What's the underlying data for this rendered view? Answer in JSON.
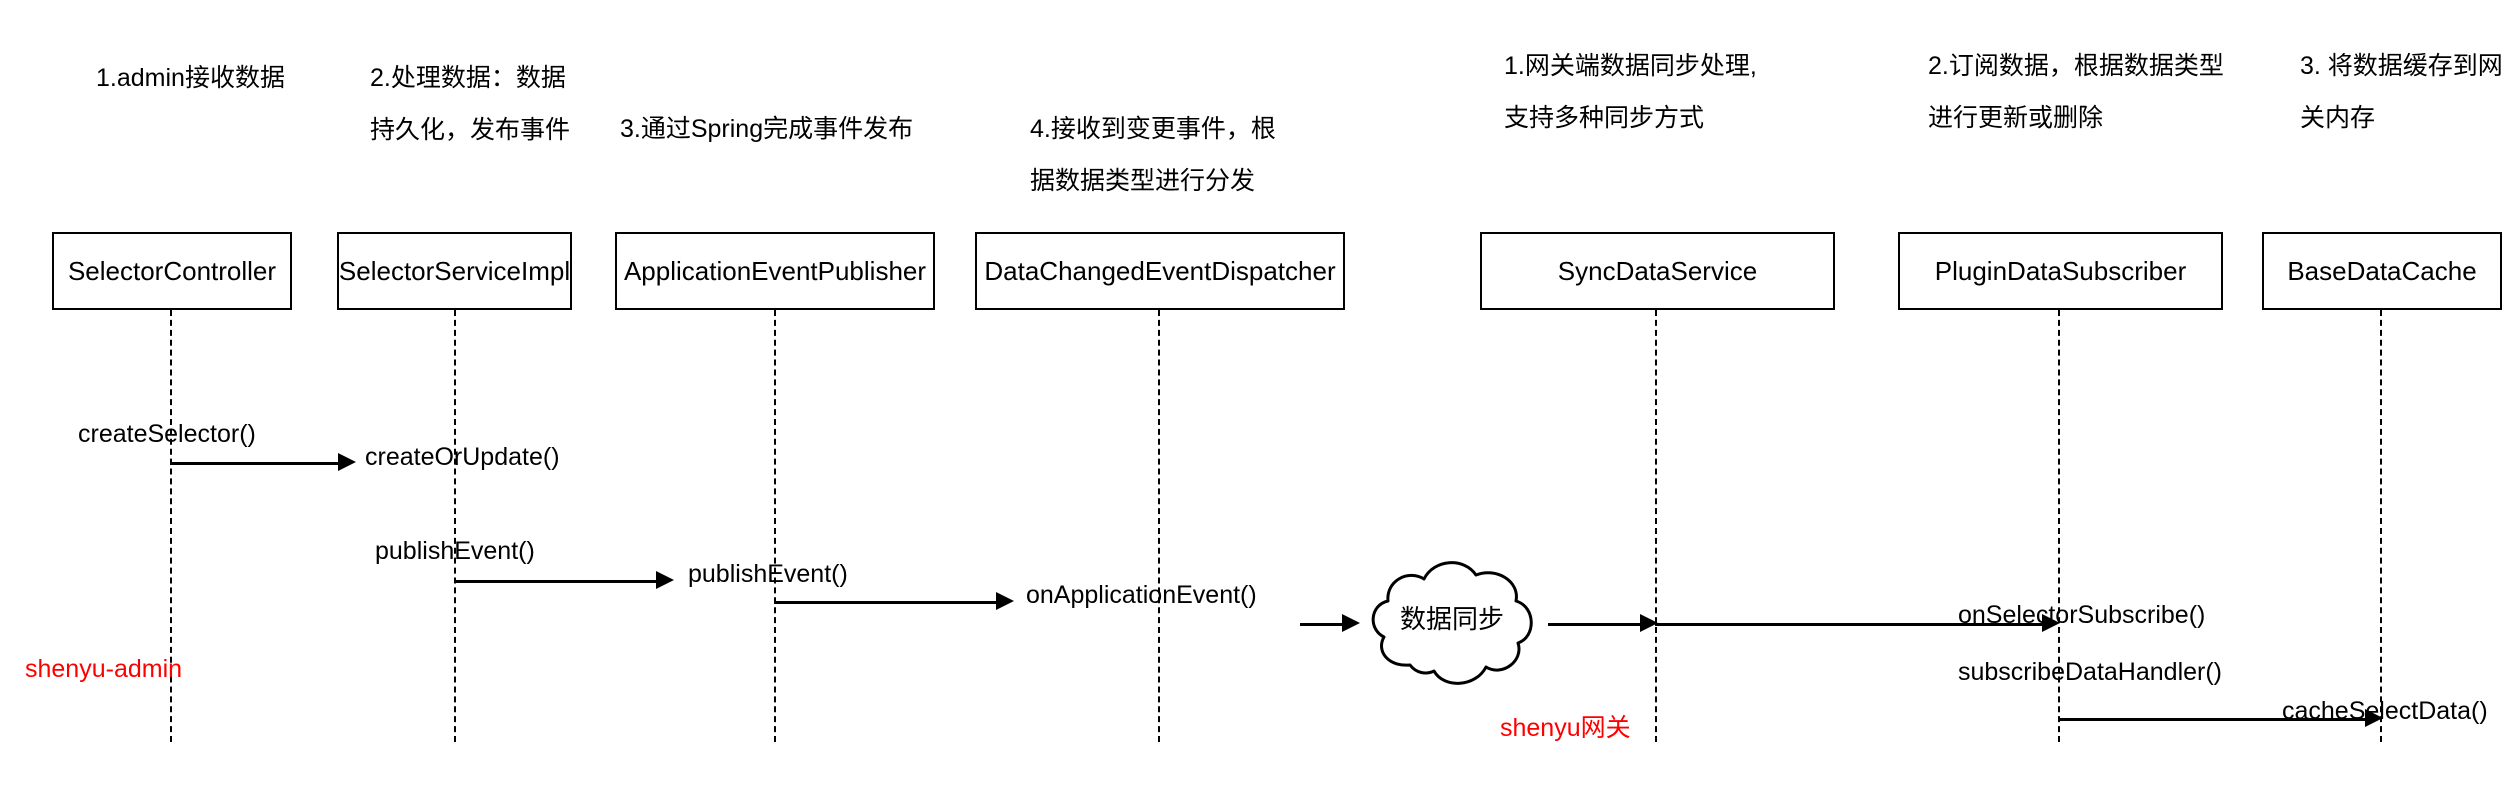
{
  "diagram": {
    "title": "ShenYu Selector Data Sync Sequence Diagram",
    "type": "sequence-diagram",
    "colors": {
      "line": "#000000",
      "box_border": "#000000",
      "background": "#ffffff",
      "accent_red": "#ff0000"
    }
  },
  "notes": [
    {
      "text": "1.admin接收数据"
    },
    {
      "text": "2.处理数据：数据\n持久化，发布事件"
    },
    {
      "text": "3.通过Spring完成事件发布"
    },
    {
      "text": "4.接收到变更事件，根\n据数据类型进行分发"
    },
    {
      "text": "1.网关端数据同步处理,\n支持多种同步方式"
    },
    {
      "text": "2.订阅数据，根据数据类型\n进行更新或删除"
    },
    {
      "text": "3. 将数据缓存到网\n关内存"
    }
  ],
  "participants": [
    {
      "name": "SelectorController"
    },
    {
      "name": "SelectorServiceImpl"
    },
    {
      "name": "ApplicationEventPublisher"
    },
    {
      "name": "DataChangedEventDispatcher"
    },
    {
      "name": "SyncDataService"
    },
    {
      "name": "PluginDataSubscriber"
    },
    {
      "name": "BaseDataCache"
    }
  ],
  "messages": [
    {
      "label": "createSelector()"
    },
    {
      "label": "createOrUpdate()"
    },
    {
      "label": "publishEvent()"
    },
    {
      "label": "publishEvent()"
    },
    {
      "label": "onApplicationEvent()"
    },
    {
      "label": "onSelectorSubscribe()"
    },
    {
      "label": "subscribeDataHandler()"
    },
    {
      "label": "cacheSelectData()"
    }
  ],
  "cloud": {
    "label": "数据同步"
  },
  "zones": [
    {
      "label": "shenyu-admin"
    },
    {
      "label": "shenyu网关"
    }
  ]
}
